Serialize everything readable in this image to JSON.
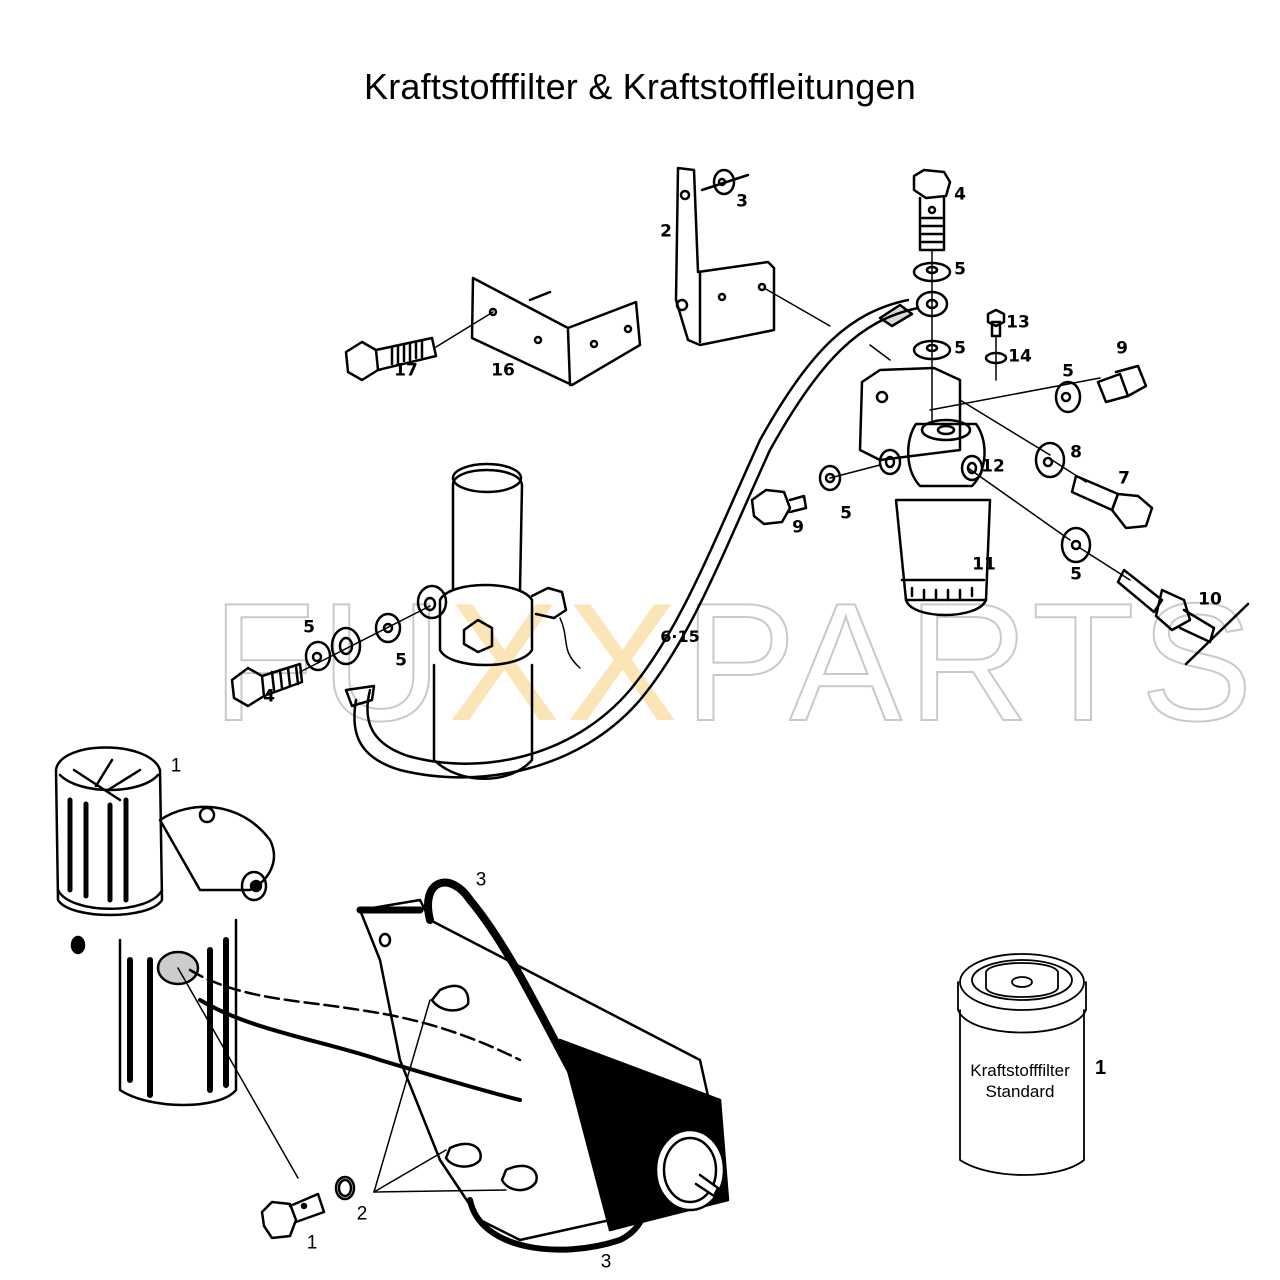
{
  "title": "Kraftstofffilter & Kraftstoffleitungen",
  "watermark": {
    "prefix": "FU",
    "highlight": "XX",
    "suffix": "PARTS",
    "highlight_color": "#fbe3b0",
    "outline_color": "#c9c9c9"
  },
  "upper_assembly": {
    "callouts": [
      {
        "id": "c2",
        "text": "2"
      },
      {
        "id": "c3",
        "text": "3"
      },
      {
        "id": "c4_top",
        "text": "4"
      },
      {
        "id": "c5_a",
        "text": "5"
      },
      {
        "id": "c5_b",
        "text": "5"
      },
      {
        "id": "c13",
        "text": "13"
      },
      {
        "id": "c14",
        "text": "14"
      },
      {
        "id": "c5_c",
        "text": "5"
      },
      {
        "id": "c9_right",
        "text": "9"
      },
      {
        "id": "c8",
        "text": "8"
      },
      {
        "id": "c7",
        "text": "7"
      },
      {
        "id": "c12",
        "text": "12"
      },
      {
        "id": "c9_left",
        "text": "9"
      },
      {
        "id": "c5_d",
        "text": "5"
      },
      {
        "id": "c11",
        "text": "11"
      },
      {
        "id": "c5_e",
        "text": "5"
      },
      {
        "id": "c10",
        "text": "10"
      },
      {
        "id": "c17",
        "text": "17"
      },
      {
        "id": "c16",
        "text": "16"
      },
      {
        "id": "c5_f",
        "text": "5"
      },
      {
        "id": "c5_g",
        "text": "5"
      },
      {
        "id": "c4_left",
        "text": "4"
      },
      {
        "id": "c6_15",
        "text": "6·15"
      }
    ]
  },
  "lower_assembly": {
    "callouts": [
      {
        "id": "l1_top",
        "text": "1"
      },
      {
        "id": "l3_top",
        "text": "3"
      },
      {
        "id": "l1_bolt",
        "text": "1"
      },
      {
        "id": "l2",
        "text": "2"
      },
      {
        "id": "l3_bottom",
        "text": "3"
      }
    ]
  },
  "standard_filter": {
    "label_line1": "Kraftstofffilter",
    "label_line2": "Standard",
    "number": "1"
  }
}
